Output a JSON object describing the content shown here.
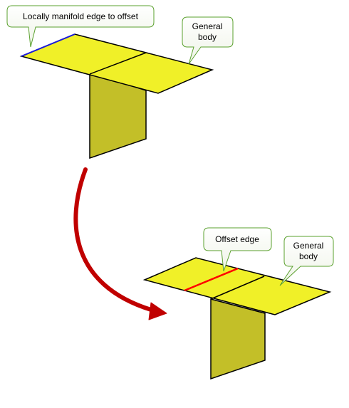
{
  "callouts": {
    "top_edge": "Locally manifold edge to offset",
    "top_body_line1": "General",
    "top_body_line2": "body",
    "bottom_edge": "Offset edge",
    "bottom_body_line1": "General",
    "bottom_body_line2": "body"
  },
  "colors": {
    "sheet_top": "#f0f028",
    "sheet_vertical": "#c3bf28",
    "outline": "#000000",
    "highlight_edge": "#1a1adc",
    "offset_edge": "#ff0000",
    "callout_border": "#5aa02d",
    "arrow": "#c00000"
  }
}
